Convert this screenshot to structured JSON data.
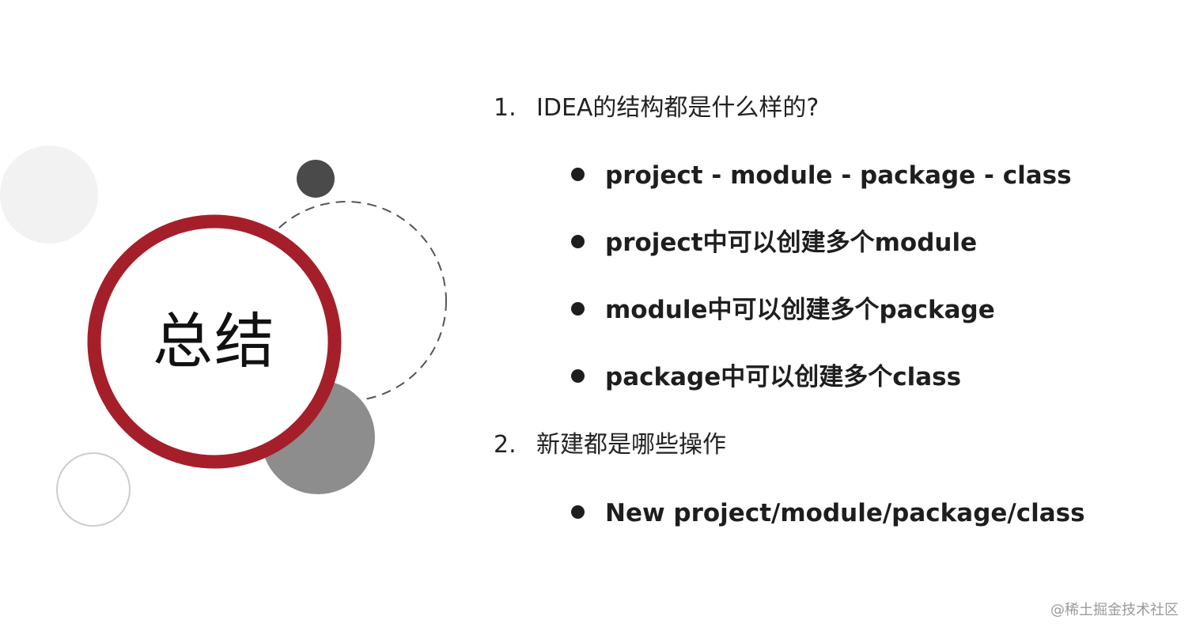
{
  "slide": {
    "center_title": "总结",
    "questions": [
      {
        "number": "1.",
        "text": "IDEA的结构都是什么样的?",
        "bullets": [
          "project - module - package - class",
          "project中可以创建多个module",
          "module中可以创建多个package",
          "package中可以创建多个class"
        ]
      },
      {
        "number": "2.",
        "text": "新建都是哪些操作",
        "bullets": [
          "New project/module/package/class"
        ]
      }
    ]
  },
  "watermark": "@稀土掘金技术社区",
  "colors": {
    "ring_red": "#a51f2b",
    "dark_circle": "#4a4a4a",
    "gray_circle": "#8d8d8d",
    "light_circle": "#f2f2f2",
    "dashed_stroke": "#555555"
  }
}
